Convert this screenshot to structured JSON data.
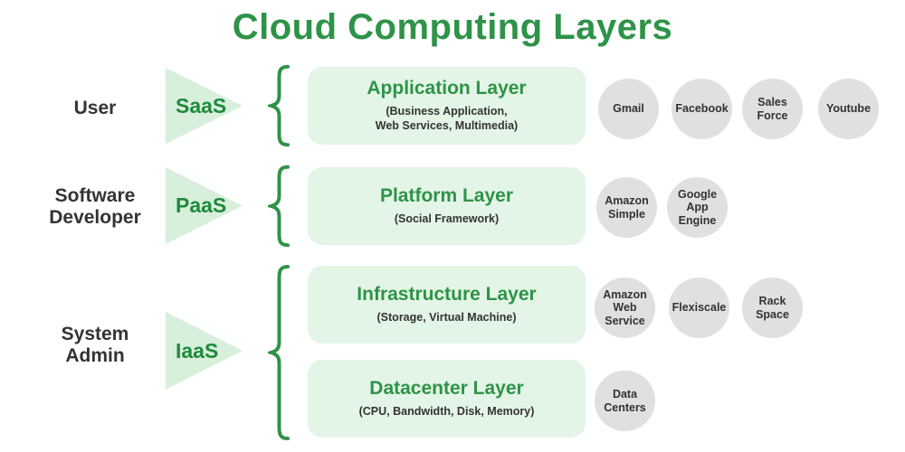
{
  "title": "Cloud Computing Layers",
  "colors": {
    "green_text": "#2e9348",
    "green_dark": "#1e8a3c",
    "light_green_box": "#e3f5e6",
    "light_green_triangle": "#d8efdc",
    "brace_green": "#2e9348",
    "circle_gray": "#e0e0e0",
    "dark_text": "#333333"
  },
  "rows": [
    {
      "role": "User",
      "model": "SaaS",
      "layers": [
        {
          "name": "Application Layer",
          "subtitle": "(Business Application,\nWeb Services, Multimedia)",
          "examples": [
            "Gmail",
            "Facebook",
            "Sales\nForce",
            "Youtube"
          ]
        }
      ]
    },
    {
      "role": "Software\nDeveloper",
      "model": "PaaS",
      "layers": [
        {
          "name": "Platform Layer",
          "subtitle": "(Social Framework)",
          "examples": [
            "Amazon\nSimple",
            "Google\nApp\nEngine"
          ]
        }
      ]
    },
    {
      "role": "System\nAdmin",
      "model": "IaaS",
      "layers": [
        {
          "name": "Infrastructure Layer",
          "subtitle": "(Storage, Virtual Machine)",
          "examples": [
            "Amazon\nWeb\nService",
            "Flexiscale",
            "Rack\nSpace"
          ]
        },
        {
          "name": "Datacenter Layer",
          "subtitle": "(CPU, Bandwidth, Disk, Memory)",
          "examples": [
            "Data\nCenters"
          ]
        }
      ]
    }
  ]
}
